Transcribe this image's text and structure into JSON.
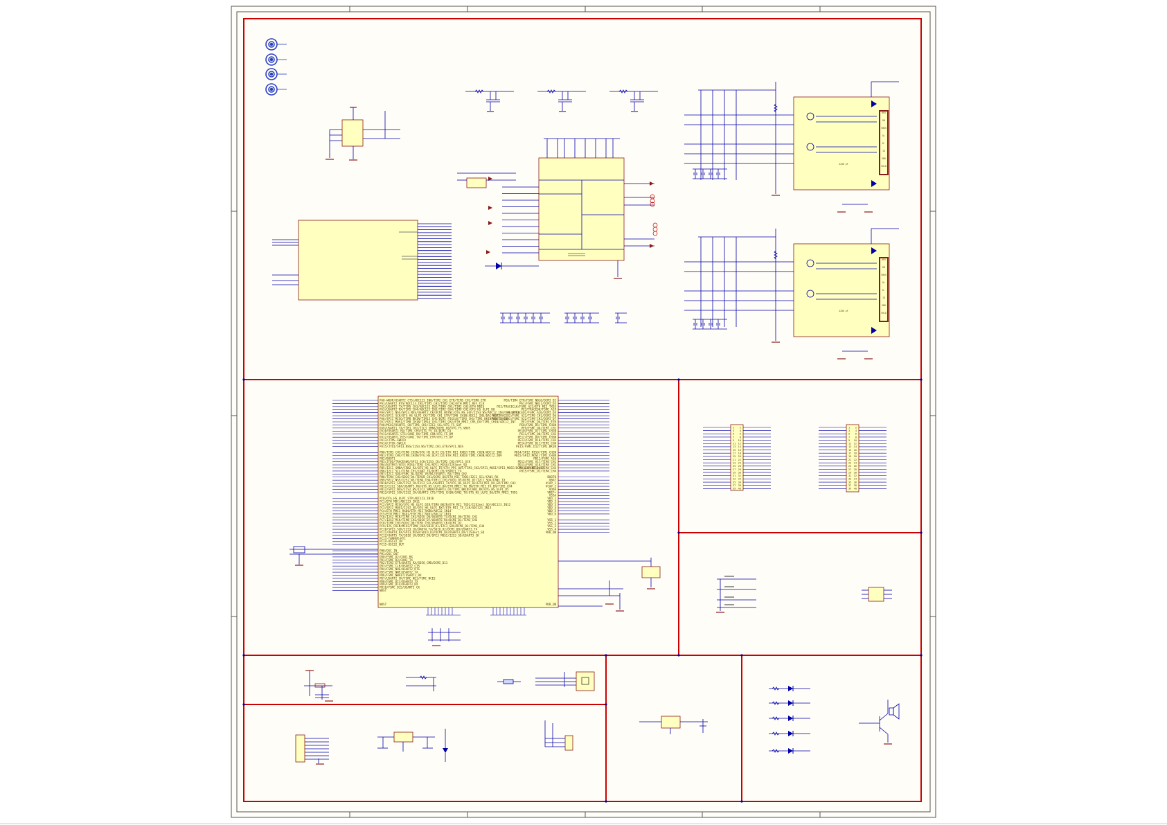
{
  "colors": {
    "canvas": "#ffffff",
    "sheet": "#fffdf7",
    "outer_frame": "#555555",
    "section_border": "#cc0000",
    "wire": "#0000aa",
    "component_fill": "#ffffc0",
    "component_stroke": "#8b1a1a",
    "power_symbol": "#8b1a1a",
    "label_text": "#6a4a1a"
  },
  "labels": {
    "usb_u1": [
      "RPU",
      "DN",
      "VBUS",
      "D+",
      "D-",
      "ID",
      "GND",
      "SHLD"
    ],
    "usb_u2": [
      "RPU",
      "DN",
      "VBUS",
      "D+",
      "D-",
      "ID",
      "GND",
      "SHLD"
    ],
    "osc_pf_1": "4200 pF",
    "osc_pf_2": "4200 pF",
    "mcu_left_pins": [
      "PA0-WKUP/USART2_CTS/ADC123_IN0/TIM2_CH1_ETR/TIM5_CH1/TIM8_ETR",
      "PA1/USART2_RTS/ADC123_IN1/TIM5_CH2/TIM2_CH2/ETH_RMII_REF_CLK",
      "PA2/USART2_TX/TIM5_CH3/ADC123_IN2/TIM9_CH1/TIM2_CH3/ETH_MDIO",
      "PA3/USART2_RX/TIM5_CH4/ADC123_IN3/TIM2_CH4/TIM9_CH2/OTG_HS_ULPI_D0",
      "PA4/SPI1_NSS/SPI3_NSS/USART2_CK/DCMI_HSYNC/OTG_HS_SOF/I2S3_WS/ADC12_IN4/DAC_OUT1",
      "PA5/SPI1_SCK/OTG_HS_ULPI_CK/TIM2_CH1_ETR/TIM8_CH1N/ADC12_IN5/DAC_OUT2",
      "PA6/SPI1_MISO/TIM8_BKIN/TIM13_CH1/DCMI_PIXCLK/TIM3_CH1/TIM1_BKIN/ADC12_IN6",
      "PA7/SPI1_MOSI/TIM8_CH1N/TIM14_CH1/TIM3_CH2/ETH_RMII_CRS_DV/TIM1_CH1N/ADC12_IN7",
      "PA8/MCO1/USART1_CK/TIM1_CH1/I2C3_SCL/OTG_FS_SOF",
      "PA9/USART1_TX/TIM1_CH2/I2C3_SMBA/DCMI_D0/OTG_FS_VBUS",
      "PA10/USART1_RX/TIM1_CH3/OTG_FS_ID/DCMI_D1",
      "PA11/USART1_CTS/CAN1_RX/TIM1_CH4/OTG_FS_DM",
      "PA12/USART1_RTS/CAN1_TX/TIM1_ETR/OTG_FS_DP",
      "PA13/JTMS-SWDIO",
      "PA14/JTCK-SWCLK",
      "PA15/JTDI/SPI3_NSS/I2S3_WS/TIM2_CH1_ETR/SPI1_NSS",
      "",
      "PB0/TIM3_CH3/TIM8_CH2N/OTG_HS_ULPI_D1/ETH_MII_RXD2/TIM1_CH2N/ADC12_IN8",
      "PB1/TIM3_CH4/TIM8_CH3N/OTG_HS_ULPI_D2/ETH_MII_RXD3/TIM1_CH3N/ADC12_IN9",
      "PB2/BOOT1",
      "PB3/JTDO/TRACESWO/SPI3_SCK/I2S3_CK/TIM2_CH2/SPI1_SCK",
      "PB4/NJTRST/SPI3_MISO/TIM3_CH1/SPI1_MISO/I2S3ext_SD",
      "PB5/I2C1_SMBA/CAN2_RX/OTG_HS_ULPI_D7/ETH_PPS_OUT/TIM3_CH2/SPI1_MOSI/SPI3_MOSI/DCMI_D10/I2S3_SD",
      "PB6/I2C1_SCL/TIM4_CH1/CAN2_TX/DCMI_D5/USART1_TX",
      "PB7/I2C1_SDA/FSMC_NL/DCMI_VSYNC/USART1_RX/TIM4_CH2",
      "PB8/TIM4_CH3/SDIO_D4/TIM10_CH1/DCMI_D6/ETH_MII_TXD3/I2C1_SCL/CAN1_RX",
      "PB9/SPI2_NSS/I2S2_WS/TIM4_CH4/TIM11_CH1/SDIO_D5/DCMI_D7/I2C1_SDA/CAN1_TX",
      "PB10/SPI2_SCK/I2S2_CK/I2C2_SCL/USART3_TX/OTG_HS_ULPI_D3/ETH_MII_RX_ER/TIM2_CH3",
      "PB11/I2C2_SDA/USART3_RX/OTG_HS_ULPI_D4/ETH_RMII_TX_EN/ETH_MII_TX_EN/TIM2_CH4",
      "PB12/SPI2_NSS/I2S2_WS/I2C2_SMBA/USART3_CK/TIM1_BKIN/CAN2_RX/OTG_HS_ULPI_D5",
      "PB13/SPI2_SCK/I2S2_CK/USART3_CTS/TIM1_CH1N/CAN2_TX/OTG_HS_ULPI_D6/ETH_RMII_TXD1",
      "",
      "PC0/OTG_HS_ULPI_STP/ADC123_IN10",
      "PC1/ETH_MDC/ADC123_IN11",
      "PC2/SPI2_MISO/OTG_HS_ULPI_DIR/TIM8_BKIN/ETH_MII_TXD2/I2S2ext_SD/ADC123_IN12",
      "PC3/SPI2_MOSI/I2S2_SD/OTG_HS_ULPI_NXT/ETH_MII_TX_CLK/ADC123_IN13",
      "PC4/ETH_RMII_RXD0/ETH_MII_RXD0/ADC12_IN14",
      "PC5/ETH_RMII_RXD1/ETH_MII_RXD1/ADC12_IN15",
      "PC6/I2S2_MCK/TIM8_CH1/SDIO_D6/USART6_TX/DCMI_D0/TIM3_CH1",
      "PC7/I2S3_MCK/TIM8_CH2/SDIO_D7/USART6_RX/DCMI_D1/TIM3_CH2",
      "PC8/TIM8_CH3/SDIO_D0/TIM3_CH3/USART6_CK/DCMI_D2",
      "PC9/I2S_CKIN/MCO2/TIM8_CH4/SDIO_D1/I2C3_SDA/DCMI_D3/TIM3_CH4",
      "PC10/SPI3_SCK/I2S3_CK/UART4_TX/SDIO_D2/DCMI_D8/USART3_TX",
      "PC11/UART4_RX/SPI3_MISO/SDIO_D3/DCMI_D4/USART3_RX/I2S3ext_SD",
      "PC12/UART5_TX/SDIO_CK/DCMI_D9/SPI3_MOSI/I2S3_SD/USART3_CK",
      "PC13-TAMPER-RTC",
      "PC14-OSC32_IN",
      "PC15-OSC32_OUT",
      "",
      "PH0/OSC_IN",
      "PH1/OSC_OUT",
      "PD0/FSMC_D2/CAN1_RX",
      "PD1/FSMC_D3/CAN1_TX",
      "PD2/TIM3_ETR/UART5_RX/SDIO_CMD/DCMI_D11",
      "PD3/FSMC_CLK/USART2_CTS",
      "PD4/FSMC_NOE/USART2_RTS",
      "PD5/FSMC_NWE/USART2_TX",
      "PD6/FSMC_NWAIT/USART2_RX",
      "PD7/USART2_CK/FSMC_NE1/FSMC_NCE2",
      "PD8/FSMC_D13/USART3_TX",
      "PD9/FSMC_D14/USART3_RX",
      "PD10/FSMC_D15/USART3_CK",
      "NRST"
    ],
    "mcu_right_pins": [
      "PE0/TIM4_ETR/FSMC_NBL0/DCMI_D2",
      "PE1/FSMC_NBL1/DCMI_D3",
      "PE2/TRACECLK/FSMC_A23/ETH_MII_TXD3",
      "PE3/TRACED0/FSMC_A19",
      "PE4/TRACED1/FSMC_A20/DCMI_D4",
      "PE5/TRACED2/FSMC_A21/TIM9_CH1/DCMI_D6",
      "PE6/TRACED3/FSMC_A22/TIM9_CH2/DCMI_D7",
      "PE7/FSMC_D4/TIM1_ETR",
      "PE8/FSMC_D5/TIM1_CH1N",
      "PE9/FSMC_D6/TIM1_CH1",
      "PE10/FSMC_D7/TIM1_CH2N",
      "PE11/FSMC_D8/TIM1_CH2",
      "PE12/FSMC_D9/TIM1_CH3N",
      "PE13/FSMC_D10/TIM1_CH3",
      "PE14/FSMC_D11/TIM1_CH4",
      "PE15/FSMC_D12/TIM1_BKIN",
      "",
      "PB14/SPI2_MISO/TIM1_CH2N",
      "PB15/SPI2_MOSI/TIM1_CH3N",
      "PD11/FSMC_A16",
      "PD12/FSMC_A17/TIM4_CH1",
      "PD13/FSMC_A18/TIM4_CH2",
      "PD14/FSMC_D0/TIM4_CH3",
      "PD15/FSMC_D1/TIM4_CH4",
      "",
      "BOOT0",
      "VBAT",
      "VCAP_1",
      "VCAP_2",
      "VDDA",
      "VREF+",
      "VSSA",
      "VDD_1",
      "VDD_2",
      "VDD_3",
      "VDD_4",
      "VDD_5",
      "VDD_6",
      "",
      "VSS_1",
      "VSS_2",
      "VSS_3",
      "VSS_4",
      "PDR_ON"
    ],
    "mcu_bottom_left": "NRST",
    "mcu_bottom_right": "PDR_ON",
    "header_j1_pins": [
      "1",
      "2",
      "3",
      "4",
      "5",
      "6",
      "7",
      "8",
      "9",
      "10",
      "11",
      "12",
      "13",
      "14",
      "15",
      "16",
      "17",
      "18",
      "19",
      "20",
      "21",
      "22",
      "23",
      "24",
      "25",
      "26",
      "27",
      "28",
      "29",
      "30",
      "31",
      "32",
      "33",
      "34",
      "35",
      "36",
      "37",
      "38",
      "39",
      "40"
    ],
    "header_j2_pins": [
      "1",
      "2",
      "3",
      "4",
      "5",
      "6",
      "7",
      "8",
      "9",
      "10",
      "11",
      "12",
      "13",
      "14",
      "15",
      "16",
      "17",
      "18",
      "19",
      "20",
      "21",
      "22",
      "23",
      "24",
      "25",
      "26",
      "27",
      "28",
      "29",
      "30",
      "31",
      "32",
      "33",
      "34",
      "35",
      "36",
      "37",
      "38",
      "39",
      "40"
    ]
  }
}
